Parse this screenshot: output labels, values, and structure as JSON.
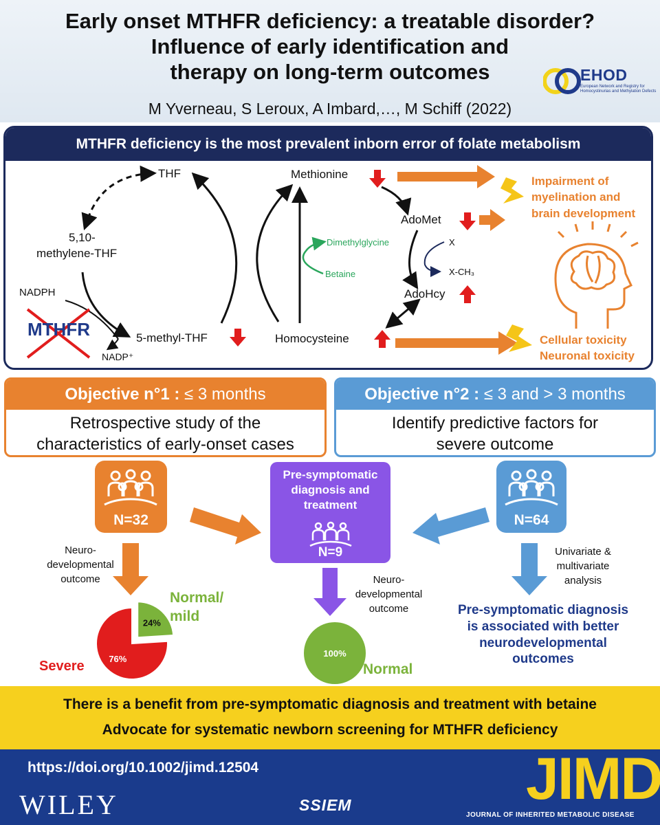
{
  "header": {
    "title_lines": [
      "Early onset MTHFR deficiency: a treatable disorder?",
      "Influence of early identification and",
      "therapy on long-term outcomes"
    ],
    "authors": "M Yverneau, S Leroux, A Imbard,…, M Schiff (2022)",
    "logo": {
      "name": "EHOD",
      "subtitle": "European Network and Registry for Homocystinurias and Methylation Defects"
    }
  },
  "mechanism": {
    "heading": "MTHFR deficiency is the most prevalent inborn error of folate metabolism",
    "labels": {
      "thf": "THF",
      "methylene_thf_1": "5,10-",
      "methylene_thf_2": "methylene-THF",
      "nadph": "NADPH",
      "mthfr": "MTHFR",
      "nadp": "NADP⁺",
      "methyl_thf": "5-methyl-THF",
      "methionine": "Methionine",
      "adomet": "AdoMet",
      "adohcy": "AdoHcy",
      "homocysteine": "Homocysteine",
      "dimethylglycine": "Dimethylglycine",
      "betaine": "Betaine",
      "x": "X",
      "xch3": "X-CH₃"
    },
    "effects": {
      "brain_1": "Impairment of",
      "brain_2": "myelination and",
      "brain_3": "brain development",
      "toxicity_1": "Cellular toxicity",
      "toxicity_2": "Neuronal toxicity"
    },
    "colors": {
      "navy": "#1c2a5c",
      "orange": "#e8822f",
      "red": "#e11d1d",
      "green": "#2aa65c",
      "lightning": "#f5c518"
    }
  },
  "objectives": [
    {
      "title": "Objective n°1 :",
      "range": " ≤ 3 months",
      "text_1": "Retrospective study of the",
      "text_2": "characteristics of early-onset cases",
      "color": "#e8822f"
    },
    {
      "title": "Objective n°2 :",
      "range": " ≤ 3 and > 3 months",
      "text_1": "Identify predictive factors for",
      "text_2": "severe outcome",
      "color": "#5a9bd5"
    }
  ],
  "cohorts": {
    "left": {
      "n": "N=32",
      "caption_1": "Neuro-",
      "caption_2": "developmental",
      "caption_3": "outcome"
    },
    "center": {
      "title_1": "Pre-symptomatic",
      "title_2": "diagnosis and",
      "title_3": "treatment",
      "n": "N=9",
      "caption_1": "Neuro-",
      "caption_2": "developmental",
      "caption_3": "outcome",
      "color": "#8a55e6"
    },
    "right": {
      "n": "N=64",
      "caption_1": "Univariate &",
      "caption_2": "multivariate",
      "caption_3": "analysis"
    }
  },
  "chart_data": [
    {
      "type": "pie",
      "categories": [
        "Severe",
        "Normal/ mild"
      ],
      "values": [
        76,
        24
      ],
      "value_labels": [
        "76%",
        "24%"
      ],
      "colors": [
        "#e11d1d",
        "#7bb33b"
      ]
    },
    {
      "type": "pie",
      "categories": [
        "Normal"
      ],
      "values": [
        100
      ],
      "value_labels": [
        "100%"
      ],
      "colors": [
        "#7bb33b"
      ]
    }
  ],
  "results": {
    "severe": "Severe",
    "normal_mild_1": "Normal/",
    "normal_mild_2": "mild",
    "normal": "Normal",
    "right_1": "Pre-symptomatic diagnosis",
    "right_2": "is associated with better",
    "right_3": "neurodevelopmental",
    "right_4": "outcomes"
  },
  "conclusions": [
    "There is a benefit from pre-symptomatic diagnosis and treatment with betaine",
    "Advocate for systematic newborn screening for MTHFR deficiency"
  ],
  "footer": {
    "doi": "https://doi.org/10.1002/jimd.12504",
    "publisher": "WILEY",
    "society": "SSIEM",
    "journal": "JIMD",
    "journal_full": "JOURNAL OF INHERITED METABOLIC DISEASE"
  }
}
